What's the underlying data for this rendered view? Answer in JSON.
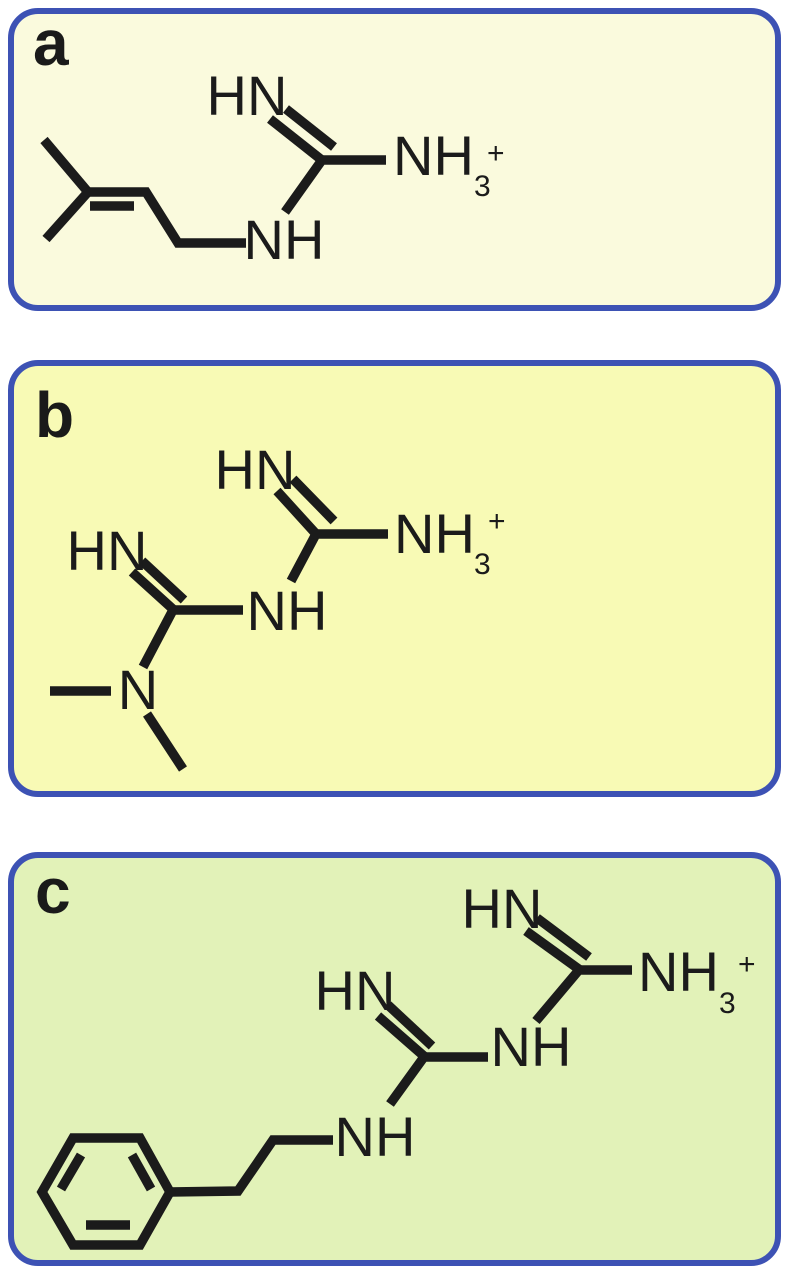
{
  "figure": {
    "type": "chemical-structures",
    "panel_count": 3,
    "border_color": "#3d52b4",
    "ink_color": "#1b1b1b"
  },
  "panels": [
    {
      "label": "a",
      "background": "#fafadd",
      "atoms": {
        "imine": "HN",
        "ammonium": "NH",
        "ammonium_sub": "3",
        "ammonium_charge": "+",
        "amine": "NH"
      }
    },
    {
      "label": "b",
      "background": "#f8fab5",
      "atoms": {
        "imine_top": "HN",
        "ammonium": "NH",
        "ammonium_sub": "3",
        "ammonium_charge": "+",
        "bridge": "NH",
        "imine_low": "HN",
        "tertiary_n": "N"
      }
    },
    {
      "label": "c",
      "background": "#e2f2b8",
      "atoms": {
        "imine_top": "HN",
        "ammonium": "NH",
        "ammonium_sub": "3",
        "ammonium_charge": "+",
        "bridge": "NH",
        "imine_low": "HN",
        "amine": "NH"
      }
    }
  ]
}
